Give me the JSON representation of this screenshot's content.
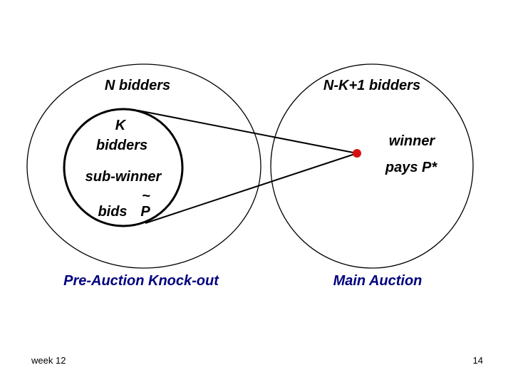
{
  "left_circle": {
    "title": "N bidders",
    "inner_title_line1": "K",
    "inner_title_line2": "bidders",
    "subwinner_label": "sub-winner",
    "tilde": "~",
    "bids_label": "bids",
    "price_symbol": "P"
  },
  "right_circle": {
    "title": "N-K+1 bidders",
    "winner_line1": "winner",
    "winner_line2": "pays P*"
  },
  "captions": {
    "left": "Pre-Auction Knock-out",
    "right": "Main Auction"
  },
  "footer": {
    "week": "week 12",
    "page": "14"
  },
  "colors": {
    "caption": "#00007f",
    "winner_dot": "#d81010",
    "stroke": "#000000"
  }
}
